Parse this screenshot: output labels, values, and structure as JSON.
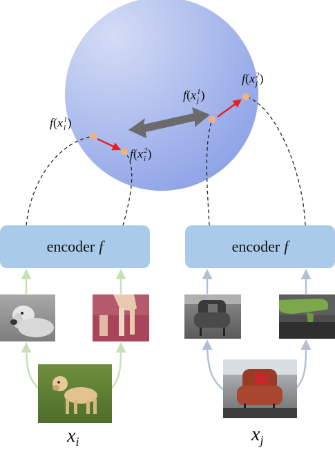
{
  "encoder_left": {
    "label": "encoder",
    "fn": "f"
  },
  "encoder_right": {
    "label": "encoder",
    "fn": "f"
  },
  "labels": {
    "f_xi1": {
      "fn": "f",
      "base": "x",
      "sup": "1",
      "sub": "i"
    },
    "f_xi2": {
      "fn": "f",
      "base": "x",
      "sup": "2",
      "sub": "i"
    },
    "f_xj1": {
      "fn": "f",
      "base": "x",
      "sup": "1",
      "sub": "j"
    },
    "f_xj2": {
      "fn": "f",
      "base": "x",
      "sup": "2",
      "sub": "j"
    }
  },
  "inputs": {
    "xi": {
      "base": "x",
      "sub": "i"
    },
    "xj": {
      "base": "x",
      "sub": "j"
    }
  },
  "colors": {
    "sphere_light": "#cdd6f3",
    "sphere_dark": "#8ea4e6",
    "encoder_box": "#a9cbe9",
    "point": "#f5b080",
    "pull_arrow": "#e82020",
    "push_arrow": "#6b6b6b",
    "left_arrow": "#c6e2b4",
    "right_arrow": "#b4c0d2"
  },
  "icons": {
    "push_apart": "double-headed-gray-arrow",
    "pull_together": "red-arrow"
  }
}
